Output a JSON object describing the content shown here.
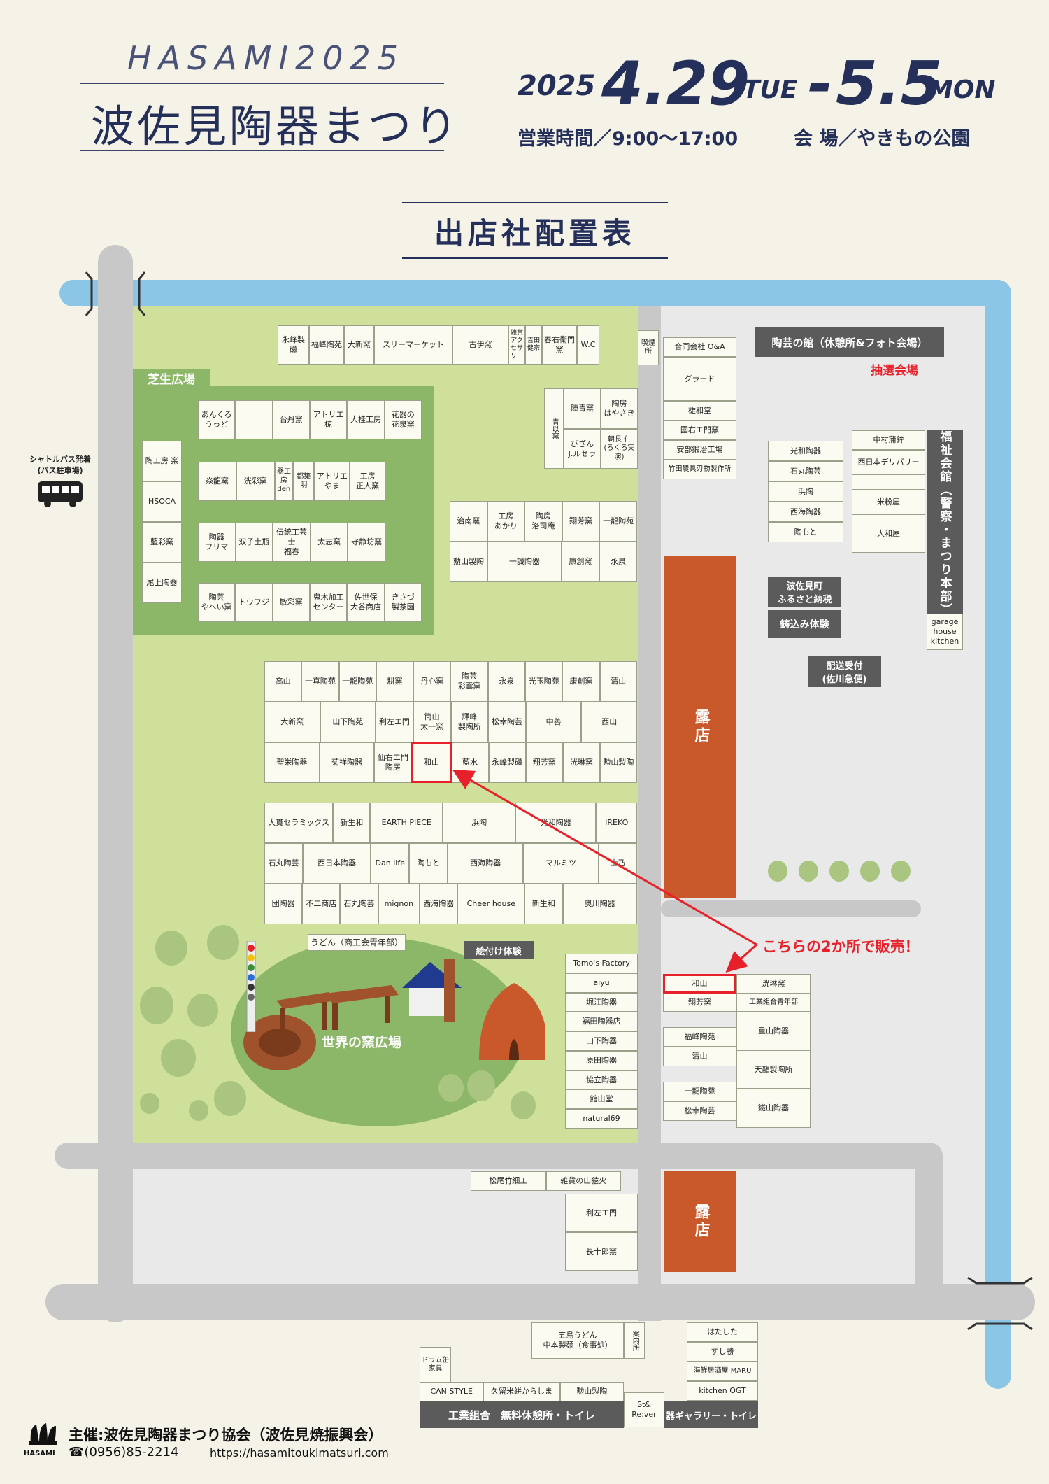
{
  "header": {
    "subtitle": "HASAMI2025",
    "title": "波佐見陶器まつり",
    "year": "2025",
    "start_date": "4.29",
    "start_day": "TUE",
    "separator": "-",
    "end_date": "5.5",
    "end_day": "MON",
    "hours": "営業時間／9:00〜17:00",
    "venue": "会 場／やきもの公園"
  },
  "map_title": "出店社配置表",
  "areas": {
    "lawn_plaza": "芝生広場",
    "kiln_plaza": "世界の窯広場",
    "pottery_hall": "陶芸の館（休憩所&フォト会場）",
    "lottery": "抽選会場",
    "welfare_hall": "福祉会館（警察・まつり本部）",
    "garage": "garage\nhouse\nkitchen",
    "bus": "シャトルバス発着\n(バス駐車場)",
    "furusato": "波佐見町\nふるさと納税",
    "casting": "鋳込み体験",
    "delivery": "配送受付\n(佐川急便)",
    "painting": "絵付け体験",
    "udon": "うどん（商工会青年部）",
    "stall": "露店",
    "wc": "W.C",
    "kitsuen": "喫煙所",
    "callout": "こちらの2か所で販売！"
  },
  "booths": {
    "top_row": [
      "永峰製磁",
      "福峰陶苑",
      "大新窯",
      "スリーマーケット",
      "古伊窯",
      "雑貨アクセサリー",
      "吉田健宗",
      "春右衛門窯",
      "W.C"
    ],
    "lawn_r1": [
      "あんくる\nうっど",
      "",
      "台丹窯",
      "アトリエ\n椋",
      "大桂工房",
      "花器の\n花泉窯"
    ],
    "lawn_r2": [
      "焱龍窯",
      "洸彩窯",
      "器工房\nden",
      "都築明",
      "アトリエ\nやま",
      "工房\n正人窯"
    ],
    "lawn_r3": [
      "陶器\nフリマ",
      "双子土瓶",
      "伝統工芸士\n福春",
      "太志窯",
      "守静坊窯"
    ],
    "lawn_r4": [
      "陶芸\nやへい窯",
      "トウフジ",
      "敏彩窯",
      "鬼木加工\nセンター",
      "佐世保\n大谷商店",
      "きさづ\n製茶園"
    ],
    "left_col": [
      "陶工房 楽",
      "HSOCA",
      "藍彩窯",
      "尾上陶器"
    ],
    "nc_tall": "青以窯",
    "nc_cells": [
      "陣青窯",
      "陶房\nはやさき",
      "びざん\nJ.ルセラ",
      "朝長 仁\n(ろくろ実演)"
    ],
    "mid_r1": [
      "治南窯",
      "工房\nあかり",
      "陶房\n洛司庵",
      "翔芳窯",
      "一龍陶苑"
    ],
    "mid_r2": [
      "勲山製陶",
      "一誠陶器",
      "康創窯",
      "永泉"
    ],
    "blk1_r1": [
      "高山",
      "一真陶苑",
      "一龍陶苑",
      "耕窯",
      "丹心窯",
      "陶芸\n彩雲窯",
      "永泉",
      "光玉陶苑",
      "康創窯",
      "清山"
    ],
    "blk1_r2": [
      "大新窯",
      "山下陶苑",
      "利左エ門",
      "筒山\n太一窯",
      "輝峰\n製陶所",
      "松幸陶芸",
      "中善",
      "西山"
    ],
    "blk1_r3": [
      "聖栄陶器",
      "菊祥陶器",
      "仙右エ門\n陶房",
      "和山",
      "藍水",
      "永峰製磁",
      "翔芳窯",
      "洸琳窯",
      "勲山製陶"
    ],
    "blk2_r1": [
      "大貫セラミックス",
      "新生和",
      "EARTH PIECE",
      "浜陶",
      "光和陶器",
      "IREKO"
    ],
    "blk2_r2": [
      "石丸陶芸",
      "西日本陶器",
      "Dan life",
      "陶もと",
      "西海陶器",
      "マルミツ",
      "士乃"
    ],
    "blk2_r3": [
      "団陶器",
      "不二商店",
      "石丸陶芸",
      "mignon",
      "西海陶器",
      "Cheer house",
      "新生和",
      "奥川陶器"
    ],
    "kiln_col": [
      "Tomo's Factory",
      "aiyu",
      "堀江陶器",
      "福田陶器店",
      "山下陶器",
      "原田陶器",
      "協立陶器",
      "館山堂",
      "natural69"
    ],
    "east_col": [
      "合同会社 O&A",
      "グラード",
      "雄和堂",
      "國右エ門窯",
      "安部鍛冶工場",
      "竹田農具刃物製作所"
    ],
    "east_mid": [
      "光和陶器",
      "石丸陶芸",
      "浜陶",
      "西海陶器",
      "陶もと"
    ],
    "east_right": [
      "中村蒲鉾",
      "西日本デリバリー",
      "",
      "米粉屋",
      "大和屋"
    ],
    "se_left": [
      "和山",
      "翔芳窯",
      "",
      "福峰陶苑",
      "清山",
      "",
      "一龍陶苑",
      "松幸陶芸"
    ],
    "se_right": [
      "洸琳窯",
      "工業組合青年部",
      "重山陶器",
      "天龍製陶所",
      "鐵山陶器"
    ],
    "south_pair": [
      "松尾竹細工",
      "雑貨の山猿火"
    ],
    "south_col": [
      "利左エ門",
      "長十郎窯"
    ],
    "bottom_goto": "五島うどん\n中本製麺（食事処）",
    "bottom_annai": "案内所",
    "bottom_dram": "ドラム缶\n家具",
    "bottom_row": [
      "CAN STYLE",
      "久留米絣からしま",
      "勲山製陶"
    ],
    "bottom_kogyo": "工業組合　無料休憩所・トイレ",
    "bottom_st": "St&\nRe:ver",
    "bottom_right": [
      "はたした",
      "すし勝",
      "海鮮居酒屋 MARU",
      "kitchen OGT"
    ],
    "bottom_gallery": "器ギャラリー・トイレ"
  },
  "footer": {
    "organizer": "主催:波佐見陶器まつり協会（波佐見焼振興会）",
    "phone": "☎(0956)85-2214",
    "url": "https://hasamitoukimatsuri.com",
    "logo_text": "HASAMI"
  },
  "colors": {
    "navy": "#25305a",
    "river": "#8cc6e6",
    "road": "#c8c8c8",
    "lawn": "#cfe09a",
    "grass": "#8db768",
    "stall": "#c9592a",
    "highlight": "#e8202a"
  }
}
